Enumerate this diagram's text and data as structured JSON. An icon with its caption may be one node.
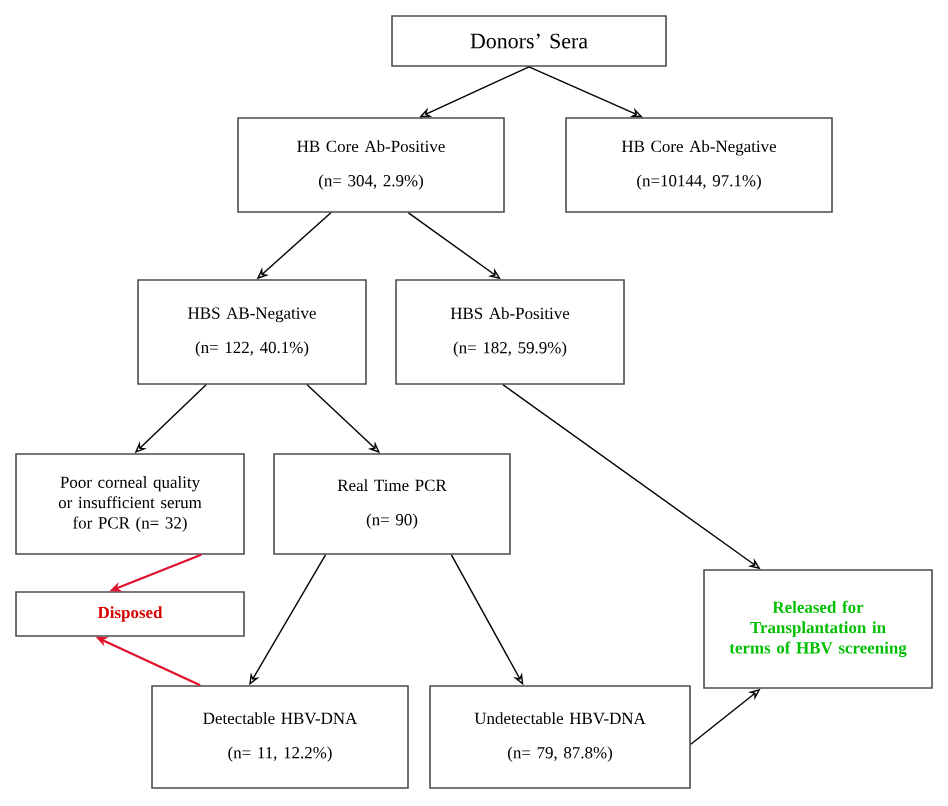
{
  "diagram": {
    "nodes": [
      {
        "text": [
          "Donors’ Sera"
        ]
      },
      {
        "text": [
          "HB Core Ab-Positive",
          "(n= 304, 2.9%)"
        ]
      },
      {
        "text": [
          "HB Core Ab-Negative",
          "(n=10144, 97.1%)"
        ]
      },
      {
        "text": [
          "HBS AB-Negative",
          "(n= 122, 40.1%)"
        ]
      },
      {
        "text": [
          "HBS Ab-Positive",
          "(n= 182, 59.9%)"
        ]
      },
      {
        "text": [
          "Poor corneal quality or insufficient serum for PCR (n= 32)"
        ]
      },
      {
        "text": [
          "Real Time PCR",
          "(n= 90)"
        ]
      },
      {
        "text": [
          "Disposed"
        ]
      },
      {
        "text": [
          "Released for Transplantation in terms of HBV screening"
        ]
      },
      {
        "text": [
          "Detectable HBV-DNA",
          "(n= 11, 12.2%)"
        ]
      },
      {
        "text": [
          "Undetectable HBV-DNA",
          "(n= 79, 87.8%)"
        ]
      }
    ],
    "edges": [
      {
        "from": 0,
        "to": 1,
        "arrow": "to"
      },
      {
        "from": 0,
        "to": 2,
        "arrow": "to"
      },
      {
        "from": 1,
        "to": 3,
        "arrow": "to"
      },
      {
        "from": 1,
        "to": 4,
        "arrow": "to"
      },
      {
        "from": 3,
        "to": 5,
        "arrow": "to"
      },
      {
        "from": 3,
        "to": 6,
        "arrow": "to"
      },
      {
        "from": 4,
        "to": 8,
        "arrow": "to"
      },
      {
        "from": 6,
        "to": 9,
        "arrow": "to"
      },
      {
        "from": 6,
        "to": 10,
        "arrow": "to"
      },
      {
        "from": 5,
        "to": 7,
        "arrow": "to",
        "color": "#e0102a"
      },
      {
        "from": 9,
        "to": 7,
        "arrow": "to",
        "color": "#e0102a"
      },
      {
        "from": 10,
        "to": 8,
        "arrow": "to"
      }
    ]
  }
}
